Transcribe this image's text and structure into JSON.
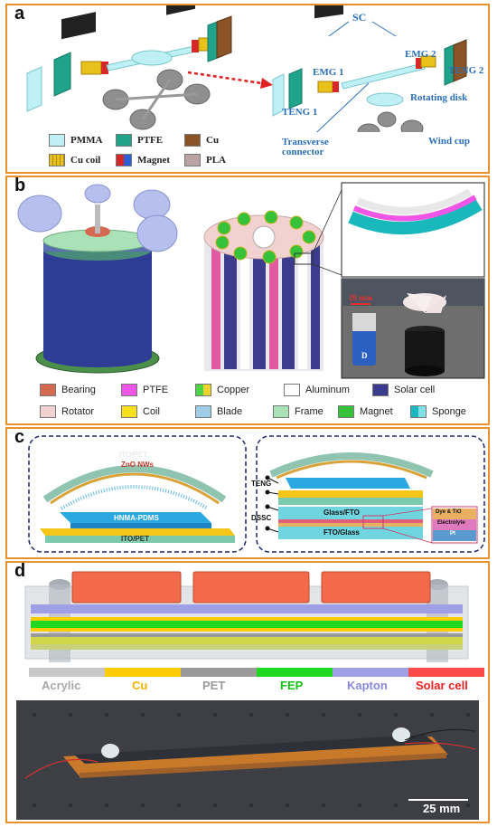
{
  "panel_a": {
    "label": "a",
    "annotations": {
      "sc": "SC",
      "emg1": "EMG 1",
      "emg2": "EMG 2",
      "teng1": "TENG 1",
      "teng2": "TENG 2",
      "rotating_disk": "Rotating disk",
      "transverse_connector": "Transverse connector",
      "wind_cup": "Wind cup"
    },
    "legend": [
      {
        "label": "PMMA",
        "color": "#bff0f6"
      },
      {
        "label": "PTFE",
        "color": "#1fa38a"
      },
      {
        "label": "Cu",
        "color": "#8a5426"
      },
      {
        "label": "Cu coil",
        "color": "#e8c21a"
      },
      {
        "label": "Magnet",
        "color": "#d62828"
      },
      {
        "label": "PLA",
        "color": "#b9a3a3"
      }
    ]
  },
  "panel_b": {
    "label": "b",
    "scale_label": "20 mm",
    "battery_text": "D",
    "legend": [
      {
        "label": "Bearing",
        "color": "#d46a4f"
      },
      {
        "label": "PTFE",
        "color": "#f056e6"
      },
      {
        "label": "Copper",
        "color": "#4fd447"
      },
      {
        "label": "Aluminum",
        "color": "#ffffff"
      },
      {
        "label": "Solar cell",
        "color": "#3b3c8e"
      },
      {
        "label": "Rotator",
        "color": "#f2d2d0"
      },
      {
        "label": "Coil",
        "color": "#f7e01c"
      },
      {
        "label": "Blade",
        "color": "#9fcde8"
      },
      {
        "label": "Frame",
        "color": "#a9e2b6"
      },
      {
        "label": "Magnet",
        "color": "#35c23a"
      },
      {
        "label": "Sponge",
        "color": "#19b8bd"
      }
    ]
  },
  "panel_c": {
    "label": "c",
    "left": {
      "top": "ITO/PET",
      "nws": "ZnO NWs",
      "middle": "HNMA-PDMS",
      "bottom": "ITO/PET"
    },
    "right": {
      "teng": "TENG",
      "dssc": "DSSC",
      "glass_fto": "Glass/FTO",
      "fto_glass": "FTO/Glass",
      "inset1": "Dye & TiO",
      "inset2": "Electrolyte",
      "inset3": "Pt"
    }
  },
  "panel_d": {
    "label": "d",
    "scale_label": "25 mm",
    "legend": [
      {
        "label": "Acrylic",
        "color": "#c8c8c8",
        "text_color": "#a8a8a8"
      },
      {
        "label": "Cu",
        "color": "#ffcc00",
        "text_color": "#f2b400"
      },
      {
        "label": "PET",
        "color": "#9a9a9a",
        "text_color": "#9a9a9a"
      },
      {
        "label": "FEP",
        "color": "#1fd81f",
        "text_color": "#12c012"
      },
      {
        "label": "Kapton",
        "color": "#9f9fe6",
        "text_color": "#8888d8"
      },
      {
        "label": "Solar cell",
        "color": "#ff4a4a",
        "text_color": "#ee2020"
      }
    ]
  }
}
